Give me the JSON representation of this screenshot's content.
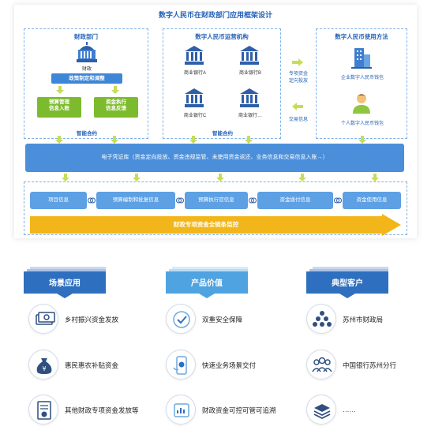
{
  "diagram": {
    "title": "数字人民币在财政部门应用框架设计",
    "finance_dept": {
      "title": "财政部门",
      "building_label": "财政",
      "policy_box": "政策制定和调整",
      "budget_box_line1": "预算管理",
      "budget_box_line2": "信息入账",
      "exec_box_line1": "资金执行",
      "exec_box_line2": "信息反馈",
      "contract": "智能合约"
    },
    "operator": {
      "title": "数字人民币运营机构",
      "banks": [
        "商业银行A",
        "商业银行B",
        "商业银行C",
        "商业银行…"
      ],
      "contract": "智能合约"
    },
    "middle_labels": {
      "line1": "专项资金",
      "line2": "定向投放",
      "line3": "交易信息"
    },
    "usage": {
      "title": "数字人民币使用方法",
      "enterprise": "企业数字人民币钱包",
      "personal": "个人数字人民币钱包"
    },
    "ledger": "电子凭证库（资金定向投放、资金违规监管、未使用资金返还、业务信息和交易信息入账→）",
    "pills": [
      "项目信息",
      "预算编制和批复信息",
      "预算执行官信息",
      "资金拨付信息",
      "资金使用信息"
    ],
    "chain_bar": "财政专项资金全链条监控"
  },
  "columns": [
    {
      "header": "场景应用",
      "color": "#2f6fbf",
      "items": [
        "乡村振兴资金发放",
        "惠民惠农补贴资金",
        "其他财政专项资金发放等"
      ],
      "icons": [
        "money-stack-icon",
        "money-bag-icon",
        "document-coin-icon"
      ]
    },
    {
      "header": "产品价值",
      "color": "#4fa3e0",
      "items": [
        "双重安全保障",
        "快速业务场景交付",
        "财政资金可控可管可追溯"
      ],
      "icons": [
        "shield-check-icon",
        "phone-payment-icon",
        "wallet-chart-icon"
      ]
    },
    {
      "header": "典型客户",
      "color": "#2f6fbf",
      "items": [
        "苏州市财政局",
        "中国银行苏州分行",
        "……"
      ],
      "icons": [
        "people-pyramid-icon",
        "people-group-icon",
        "layers-icon"
      ]
    }
  ]
}
